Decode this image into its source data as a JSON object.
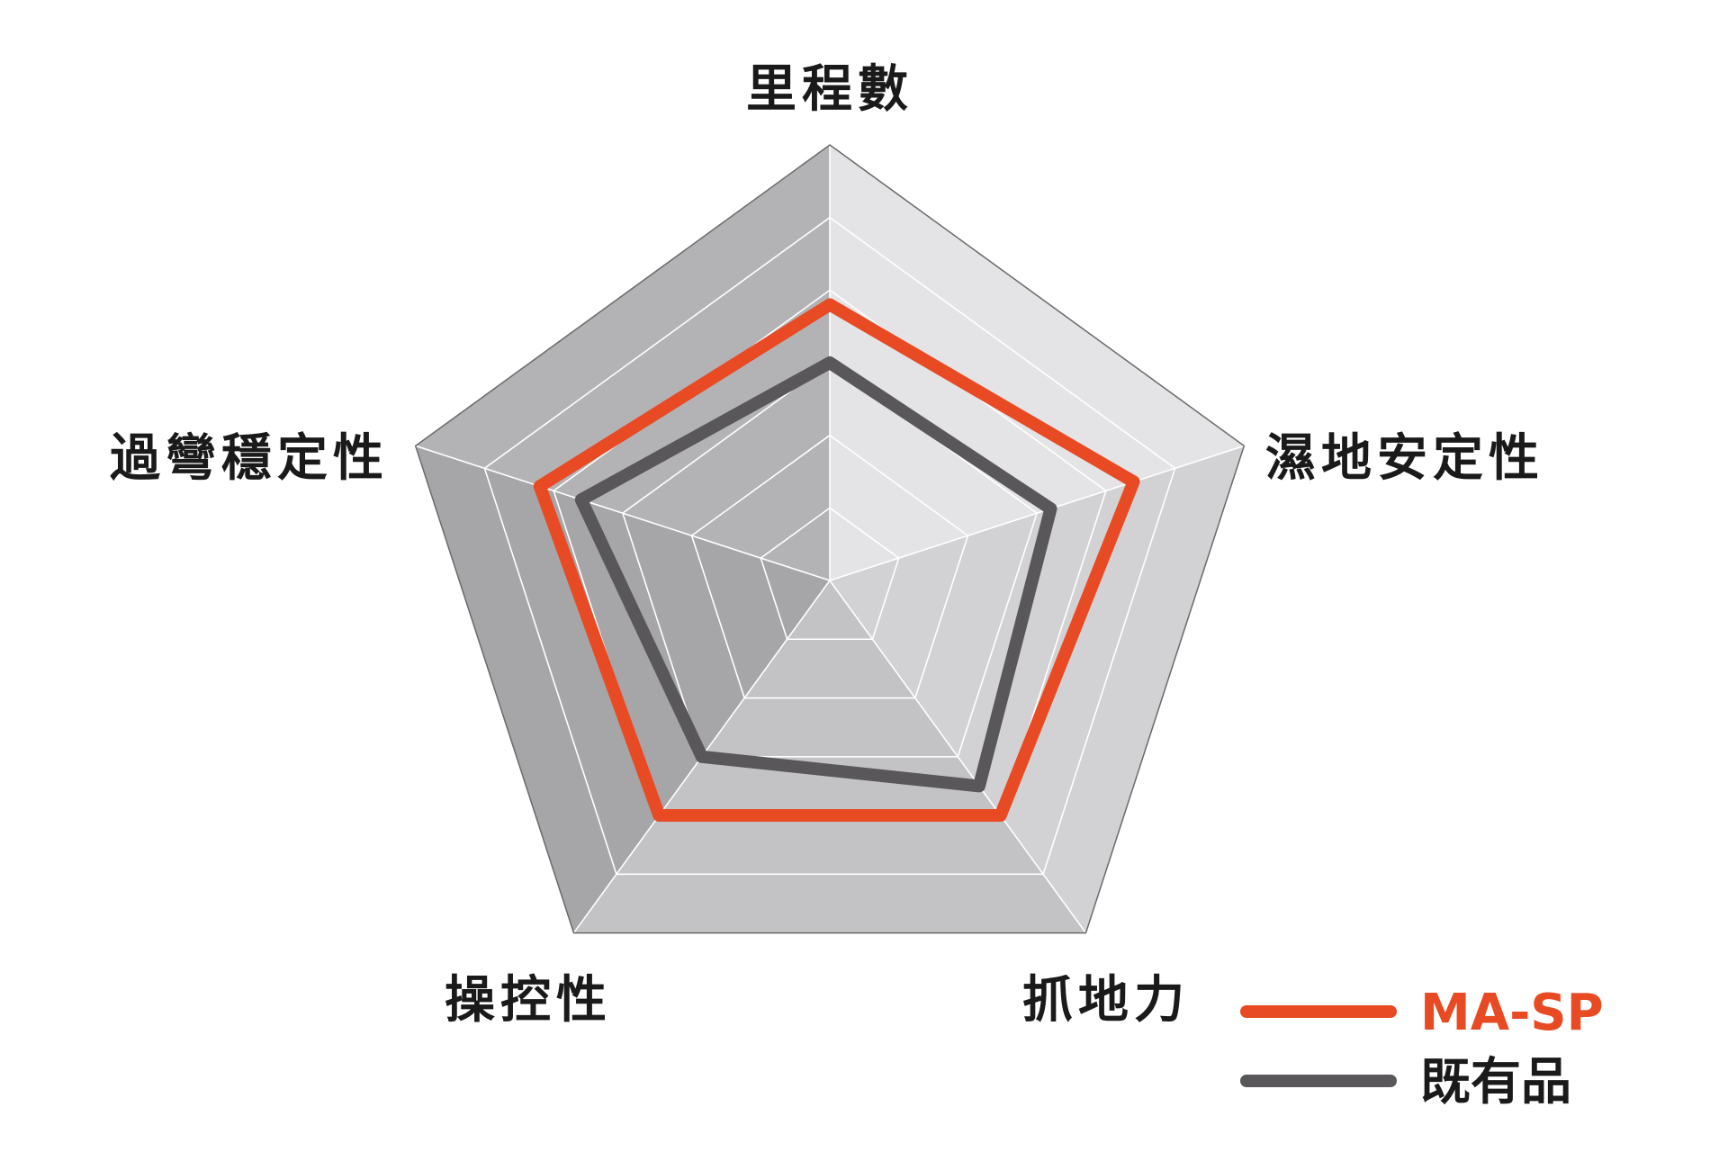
{
  "chart_data": {
    "type": "radar",
    "axes": [
      "里程數",
      "濕地安定性",
      "抓地力",
      "操控性",
      "過彎穩定性"
    ],
    "rlim": [
      0,
      6
    ],
    "levels": 6,
    "grid": true,
    "legend_position": "bottom-right",
    "series": [
      {
        "name": "MA-SP",
        "values": [
          3.8,
          4.4,
          4.0,
          4.0,
          4.2
        ],
        "color": "#e84a23"
      },
      {
        "name": "既有品",
        "values": [
          3.0,
          3.2,
          3.5,
          3.0,
          3.6
        ],
        "color": "#59575a"
      }
    ],
    "colors": {
      "background_sectors": [
        "#e4e4e6",
        "#d2d2d4",
        "#c3c3c5",
        "#a6a6a8",
        "#b3b3b5"
      ],
      "grid_line": "#ffffff",
      "outline": "#6a6a6a"
    }
  }
}
